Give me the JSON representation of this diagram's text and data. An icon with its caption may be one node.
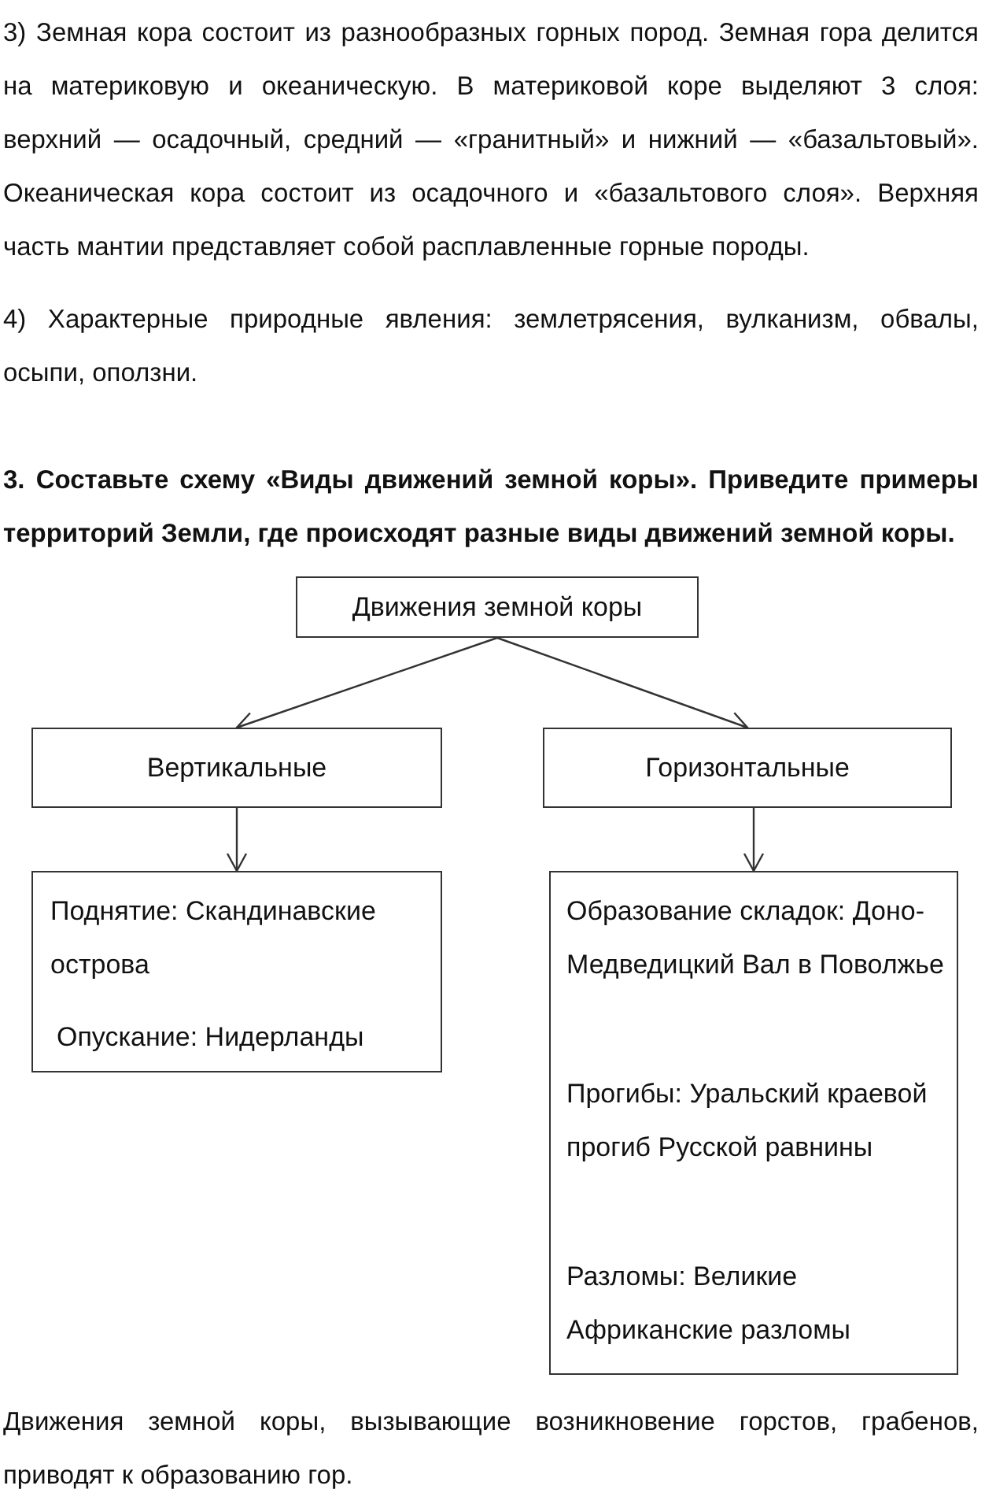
{
  "diagram": {
    "title": "3. Составьте схему «Виды движений земной коры». Приведите примеры территорий Земли, где происходят разные виды движений земной коры.",
    "caption": "Движения земной коры, вызывающие возникновение горстов, грабенов, приводят к образованию гор.",
    "nodes": [
      {
        "text": [
          "Движения земной коры"
        ]
      },
      {
        "text": [
          "Вертикальные"
        ]
      },
      {
        "text": [
          "Горизонтальные"
        ]
      },
      {
        "text": [
          "Поднятие: Скандинавские острова",
          "Опускание: Нидерланды"
        ]
      },
      {
        "text": [
          "Образование складок: Доно-Медведицкий Вал в Поволжье",
          "Прогибы: Уральский краевой прогиб Русской равнины",
          "Разломы: Великие Африканские разломы"
        ]
      }
    ],
    "edges": [
      {
        "from": 0,
        "to": 1,
        "arrow": "to"
      },
      {
        "from": 0,
        "to": 2,
        "arrow": "to"
      },
      {
        "from": 1,
        "to": 3,
        "arrow": "to"
      },
      {
        "from": 2,
        "to": 4,
        "arrow": "to"
      }
    ],
    "labels": [
      "3) Земная кора состоит из разнообразных горных пород. Земная гора делится на материковую и океаническую. В материковой коре выделяют 3 слоя: верхний — осадочный, средний — «гранитный» и нижний — «базальтовый». Океаническая кора состоит из осадочного и «базальтового слоя». Верхняя часть мантии представляет собой расплавленные горные породы.",
      "4) Характерные природные явления: землетрясения, вулканизм, обвалы, осыпи, оползни."
    ]
  }
}
